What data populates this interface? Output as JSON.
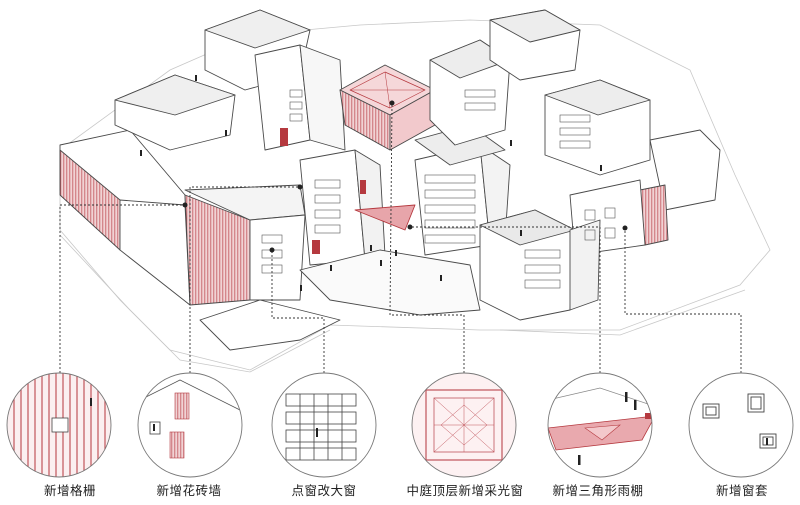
{
  "theme": {
    "accent": "#d98a91",
    "accent_dark": "#b5393f",
    "line": "#555555",
    "light_line": "#b9b9b9"
  },
  "callouts": [
    {
      "id": "grille",
      "label": "新增格栅"
    },
    {
      "id": "brick",
      "label": "新增花砖墙"
    },
    {
      "id": "window",
      "label": "点窗改大窗"
    },
    {
      "id": "skylight",
      "label": "中庭顶层新增采光窗"
    },
    {
      "id": "canopy",
      "label": "新增三角形雨棚"
    },
    {
      "id": "frame",
      "label": "新增窗套"
    }
  ]
}
